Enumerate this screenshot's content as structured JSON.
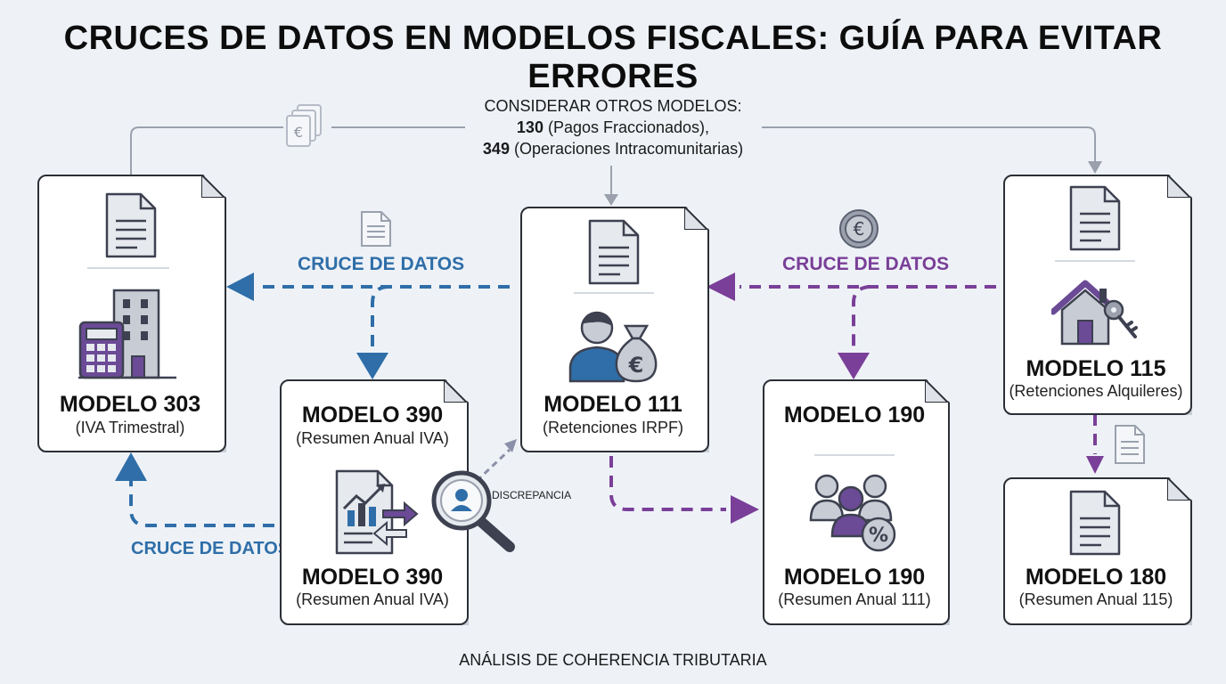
{
  "title": "CRUCES DE DATOS EN MODELOS FISCALES: GUÍA PARA EVITAR ERRORES",
  "note": {
    "line1": "CONSIDERAR OTROS MODELOS:",
    "line2_num": "130",
    "line2_text": " (Pagos Fraccionados),",
    "line3_num": "349",
    "line3_text": " (Operaciones Intracomunitarias)"
  },
  "cards": {
    "m303": {
      "title": "MODELO 303",
      "subtitle": "(IVA Trimestral)"
    },
    "m390a": {
      "title": "MODELO 390",
      "subtitle": "(Resumen Anual IVA)"
    },
    "m390b": {
      "title": "MODELO 390",
      "subtitle": "(Resumen Anual IVA)"
    },
    "m111": {
      "title": "MODELO 111",
      "subtitle": "(Retenciones IRPF)"
    },
    "m190a": {
      "title": "MODELO 190"
    },
    "m190b": {
      "title": "MODELO 190",
      "subtitle": "(Resumen Anual 111)"
    },
    "m115": {
      "title": "MODELO 115",
      "subtitle": "(Retenciones Alquileres)"
    },
    "m180": {
      "title": "MODELO 180",
      "subtitle": "(Resumen Anual 115)"
    }
  },
  "labels": {
    "cruce_blue_top": "CRUCE DE DATOS",
    "cruce_purple_top": "CRUCE DE DATOS",
    "cruce_blue_bottom": "CRUCE DE DATOS",
    "discrepancia": "DISCREPANCIA"
  },
  "footer": "ANÁLISIS DE COHERENCIA TRIBUTARIA",
  "colors": {
    "blue": "#2f6ea8",
    "purple": "#7a3f98",
    "gray": "#9aa1ad",
    "icon_dark": "#3d4150"
  },
  "icons": [
    "document-icon",
    "euro-documents-icon",
    "euro-coin-icon",
    "buildings-calculator-icon",
    "person-money-bag-icon",
    "house-key-icon",
    "chart-report-icon",
    "magnifier-person-icon",
    "group-percent-icon"
  ]
}
